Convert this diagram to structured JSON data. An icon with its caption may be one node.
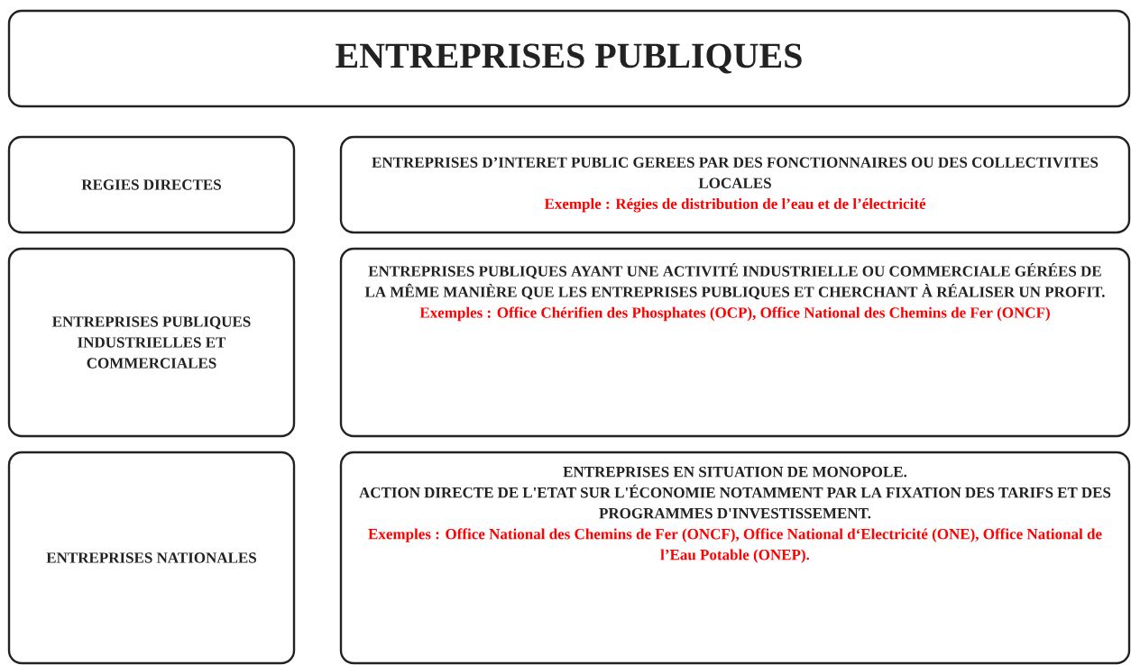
{
  "diagram": {
    "nodes": [
      {
        "text": [
          "ENTREPRISES PUBLIQUES"
        ]
      },
      {
        "text": [
          "REGIES DIRECTES"
        ]
      },
      {
        "text": [
          "ENTREPRISES D’INTERET PUBLIC GEREES PAR DES FONCTIONNAIRES OU DES COLLECTIVITES LOCALES",
          "Exemple : Régies de distribution de l’eau et de l’électricité"
        ]
      },
      {
        "text": [
          "ENTREPRISES PUBLIQUES INDUSTRIELLES ET COMMERCIALES"
        ]
      },
      {
        "text": [
          "ENTREPRISES PUBLIQUES AYANT UNE ACTIVITÉ INDUSTRIELLE OU COMMERCIALE GÉRÉES DE LA MÊME MANIÈRE QUE LES ENTREPRISES PUBLIQUES ET CHERCHANT À RÉALISER UN PROFIT.",
          "Exemples : Office Chérifien des Phosphates (OCP), Office National des Chemins de Fer (ONCF)"
        ]
      },
      {
        "text": [
          "ENTREPRISES NATIONALES"
        ]
      },
      {
        "text": [
          "ENTREPRISES EN SITUATION DE MONOPOLE.",
          "ACTION DIRECTE DE L'ETAT SUR L'ÉCONOMIE NOTAMMENT PAR LA FIXATION DES TARIFS ET DES PROGRAMMES D'INVESTISSEMENT.",
          "Exemples : Office National des Chemins de Fer (ONCF), Office National d‘Electricité (ONE), Office National de l’Eau Potable (ONEP)."
        ]
      }
    ]
  }
}
